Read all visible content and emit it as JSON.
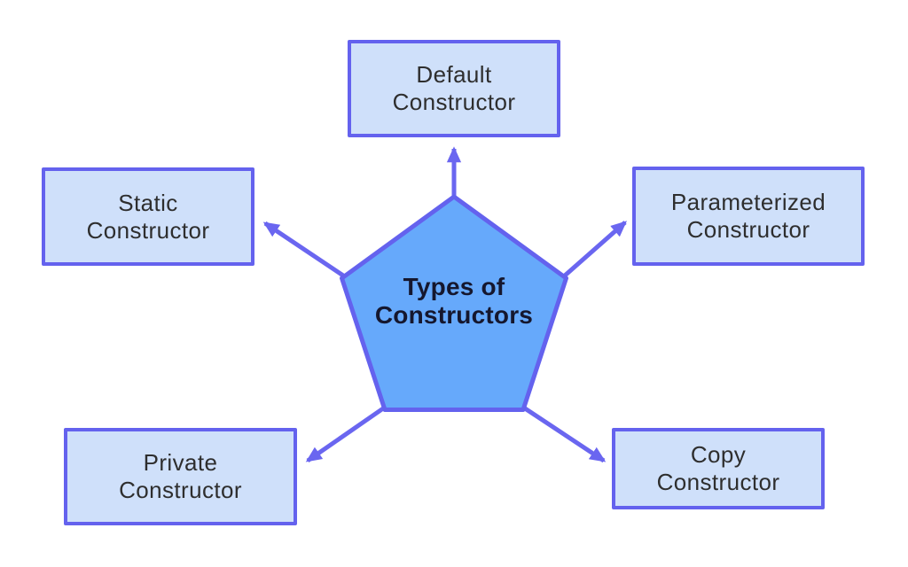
{
  "diagram": {
    "title": "Types of Constructors",
    "center": {
      "line1": "Types of",
      "line2": "Constructors",
      "shape": "pentagon",
      "fill_color": "#66a9fb",
      "border_color": "#6462ee",
      "text_color": "#15172e"
    },
    "nodes": [
      {
        "id": "default",
        "line1": "Default",
        "line2": "Constructor",
        "position": "top"
      },
      {
        "id": "static",
        "line1": "Static",
        "line2": "Constructor",
        "position": "upper-left"
      },
      {
        "id": "parameterized",
        "line1": "Parameterized",
        "line2": "Constructor",
        "position": "upper-right"
      },
      {
        "id": "private",
        "line1": "Private",
        "line2": "Constructor",
        "position": "lower-left"
      },
      {
        "id": "copy",
        "line1": "Copy",
        "line2": "Constructor",
        "position": "lower-right"
      }
    ],
    "node_style": {
      "fill_color": "#cfe0fa",
      "border_color": "#6462ee",
      "text_color": "#2e2e2e"
    },
    "arrows": {
      "color": "#6a66f0",
      "direction": "center-to-nodes",
      "count": 5
    },
    "background_color": "#ffffff"
  }
}
